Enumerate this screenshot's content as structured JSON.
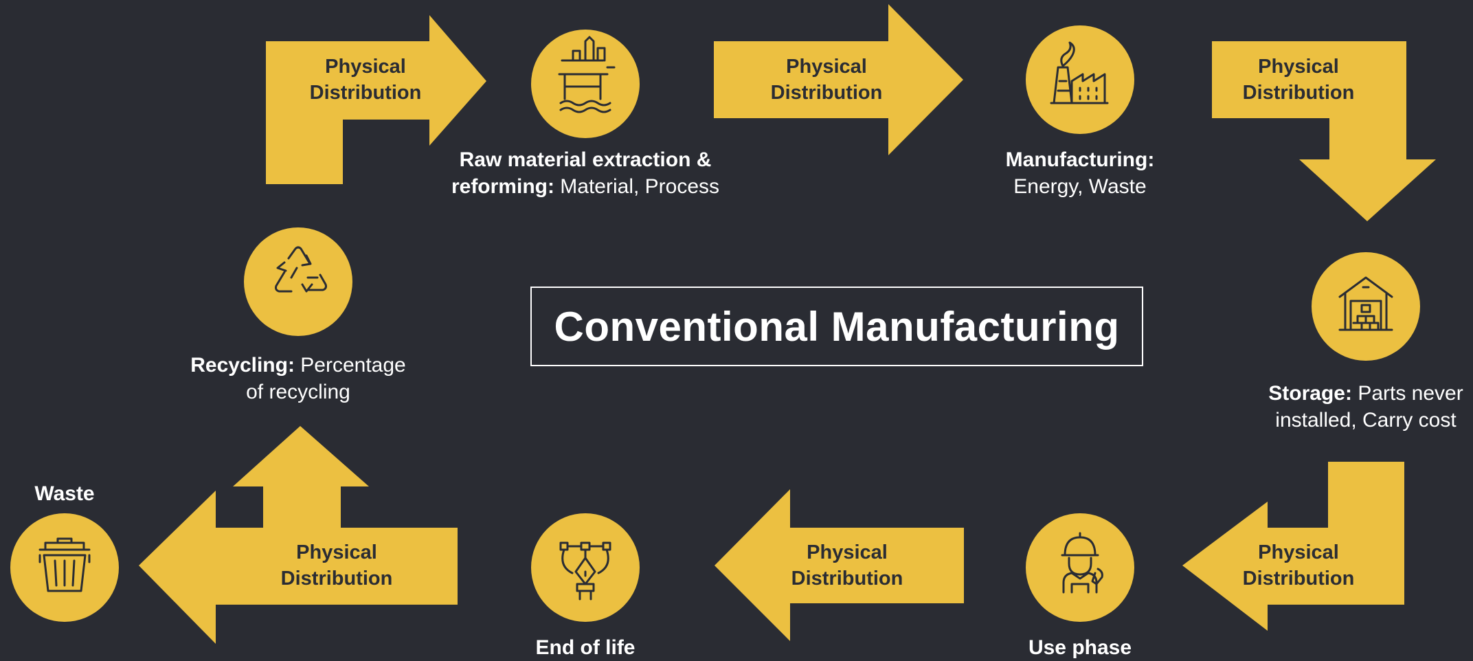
{
  "title": "Conventional Manufacturing",
  "colors": {
    "background": "#2a2c33",
    "accent": "#ecc041",
    "icon_stroke": "#2a2c33",
    "text": "#ffffff"
  },
  "arrows": [
    {
      "label": [
        "Physical",
        "Distribution"
      ],
      "direction": "right"
    },
    {
      "label": [
        "Physical",
        "Distribution"
      ],
      "direction": "right"
    },
    {
      "label": [
        "Physical",
        "Distribution"
      ],
      "direction": "down"
    },
    {
      "label": [
        "Physical",
        "Distribution"
      ],
      "direction": "left"
    },
    {
      "label": [
        "Physical",
        "Distribution"
      ],
      "direction": "left"
    },
    {
      "label": [
        "Physical",
        "Distribution"
      ],
      "direction": "left-up"
    }
  ],
  "stages": [
    {
      "icon": "oil-rig-icon",
      "bold": "Raw material extraction & reforming:",
      "bold_parts": [
        "Raw material extraction &",
        "reforming:"
      ],
      "rest": "Material, Process"
    },
    {
      "icon": "factory-icon",
      "bold": "Manufacturing:",
      "rest": "Energy, Waste"
    },
    {
      "icon": "warehouse-icon",
      "bold": "Storage:",
      "rest_parts": [
        "Parts never",
        "installed, Carry cost"
      ]
    },
    {
      "icon": "worker-icon",
      "bold": "Use phase",
      "rest": ""
    },
    {
      "icon": "pen-tool-icon",
      "bold": "End of life",
      "rest": ""
    },
    {
      "icon": "trash-can-icon",
      "bold": "Waste",
      "rest": ""
    },
    {
      "icon": "recycle-icon",
      "bold": "Recycling:",
      "rest_parts": [
        "Percentage",
        "of recycling"
      ]
    }
  ]
}
